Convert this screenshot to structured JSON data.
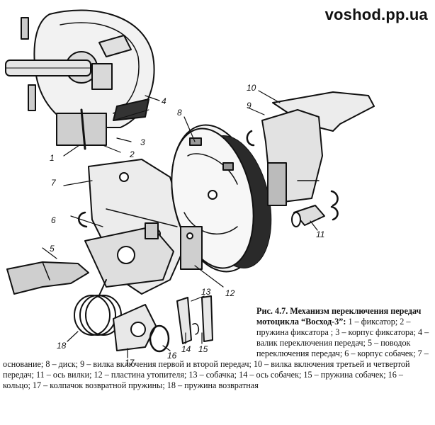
{
  "watermark": "voshod.pp.ua",
  "figure": {
    "title": "Рис. 4.7. Механизм переключения передач мотоцикла “Восход-3”:",
    "caption_right": "1 – фиксатор; 2 – пружина фиксатора ; 3 – корпус фиксатора; 4 – валик переключения передач; 5 – поводок переключения передач; 6 – корпус собачек; 7 –",
    "caption_full": "основание; 8 – диск; 9 – вилка включения первой и второй передач; 10 – вилка включения третьей и четвертой передач; 11 – ось вилки; 12 – пластина утопителя; 13 – собачка; 14 – ось собачек; 15 – пружина собачек; 16 – кольцо; 17 – колпачок возвратной пружины; 18 – пружина возвратная"
  },
  "callouts": [
    "1",
    "2",
    "3",
    "4",
    "5",
    "6",
    "7",
    "8",
    "9",
    "10",
    "11",
    "12",
    "13",
    "14",
    "15",
    "16",
    "17",
    "18"
  ]
}
